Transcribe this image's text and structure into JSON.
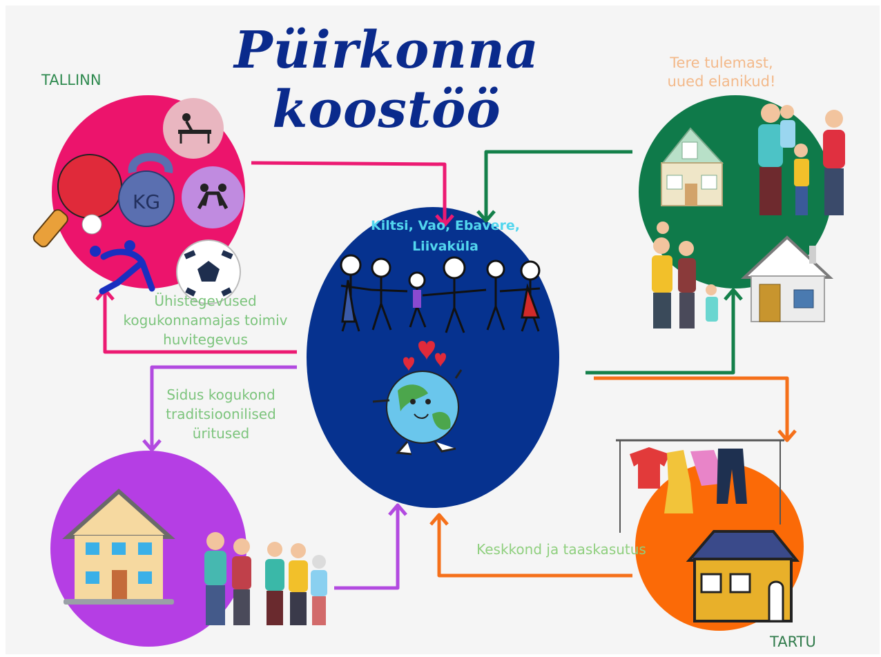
{
  "title": "Püirkonna koostöö",
  "cities": {
    "top_left": "TALLINN",
    "bottom_right": "TARTU"
  },
  "hub": {
    "label": "Kiltsi, Vao, Ebavere,\nLiivaküla"
  },
  "labels": {
    "activities": "Ühistegevused\nkogukonnamajas toimiv\nhuvitegevus",
    "community": "Sidus kogukond\ntraditsioonilised\nüritused",
    "welcome": "Tere tulemast,\nuued elanikud!",
    "environment": "Keskkond ja taaskasutus"
  },
  "icons": {
    "kettlebell_mark": "KG",
    "sports": [
      "table-tennis-icon",
      "kettlebell-icon",
      "ping-pong-table-icon",
      "wrestling-icon",
      "soccer-ball-icon",
      "athlete-icon"
    ],
    "hub": [
      "stick-family-icon",
      "hearts-icon",
      "earth-icon"
    ],
    "welcome": [
      "cottage-icon",
      "family-icon",
      "house-icon"
    ],
    "community": [
      "house-icon",
      "generations-icon"
    ],
    "environment": [
      "clothes-rack-icon",
      "solar-house-icon"
    ]
  },
  "colors": {
    "title": "#0a2a8c",
    "hub": "#06328f",
    "sports_circle": "#ec146c",
    "welcome_circle": "#0f7a4a",
    "community_circle": "#b53ee4",
    "environment_circle": "#fb6a07",
    "arrow_pink": "#ec1a72",
    "arrow_green": "#14804a",
    "arrow_purple": "#b24ae0",
    "arrow_orange": "#f5701a"
  }
}
